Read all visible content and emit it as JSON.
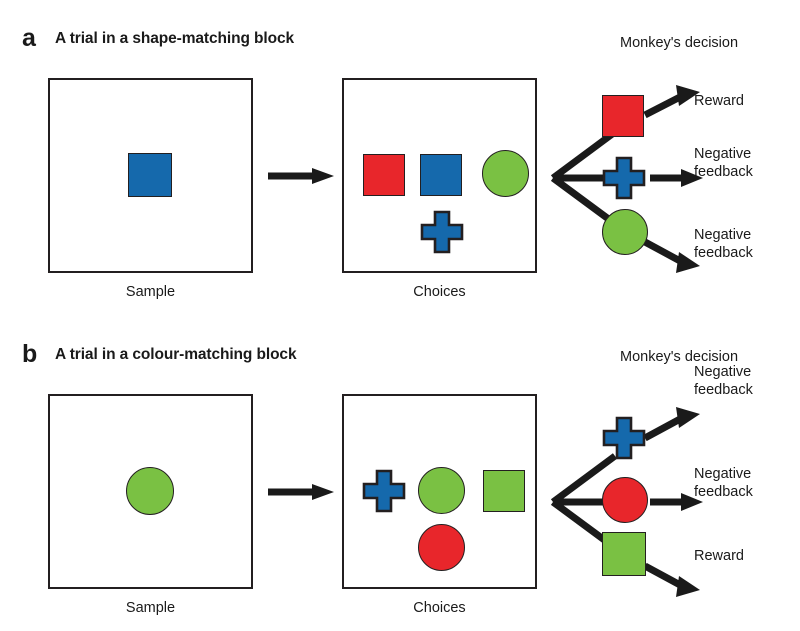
{
  "figure": {
    "colors": {
      "red": "#e8262b",
      "blue": "#1569ac",
      "green": "#7ac143",
      "outline": "#231f20",
      "arrow": "#1a1a1a",
      "background": "#ffffff"
    },
    "panels": [
      {
        "letter": "a",
        "title": "A trial in a shape-matching block",
        "sample_caption": "Sample",
        "choices_caption": "Choices",
        "decision_header": "Monkey's decision",
        "sample": {
          "shape": "square",
          "color": "blue"
        },
        "choices": [
          {
            "shape": "square",
            "color": "red",
            "position": "left"
          },
          {
            "shape": "square",
            "color": "blue",
            "position": "centre"
          },
          {
            "shape": "circle",
            "color": "green",
            "position": "right"
          },
          {
            "shape": "cross",
            "color": "blue",
            "position": "bottom-centre"
          }
        ],
        "decisions": [
          {
            "shape": "square",
            "color": "red",
            "outcome": "Reward"
          },
          {
            "shape": "cross",
            "color": "blue",
            "outcome": "Negative\nfeedback"
          },
          {
            "shape": "circle",
            "color": "green",
            "outcome": "Negative\nfeedback"
          }
        ]
      },
      {
        "letter": "b",
        "title": "A trial in a colour-matching block",
        "sample_caption": "Sample",
        "choices_caption": "Choices",
        "decision_header": "Monkey's decision",
        "sample": {
          "shape": "circle",
          "color": "green"
        },
        "choices": [
          {
            "shape": "cross",
            "color": "blue",
            "position": "left"
          },
          {
            "shape": "circle",
            "color": "green",
            "position": "centre"
          },
          {
            "shape": "square",
            "color": "green",
            "position": "right"
          },
          {
            "shape": "circle",
            "color": "red",
            "position": "bottom-centre"
          }
        ],
        "decisions": [
          {
            "shape": "cross",
            "color": "blue",
            "outcome": "Negative\nfeedback"
          },
          {
            "shape": "circle",
            "color": "red",
            "outcome": "Negative\nfeedback"
          },
          {
            "shape": "square",
            "color": "green",
            "outcome": "Reward"
          }
        ]
      }
    ]
  }
}
